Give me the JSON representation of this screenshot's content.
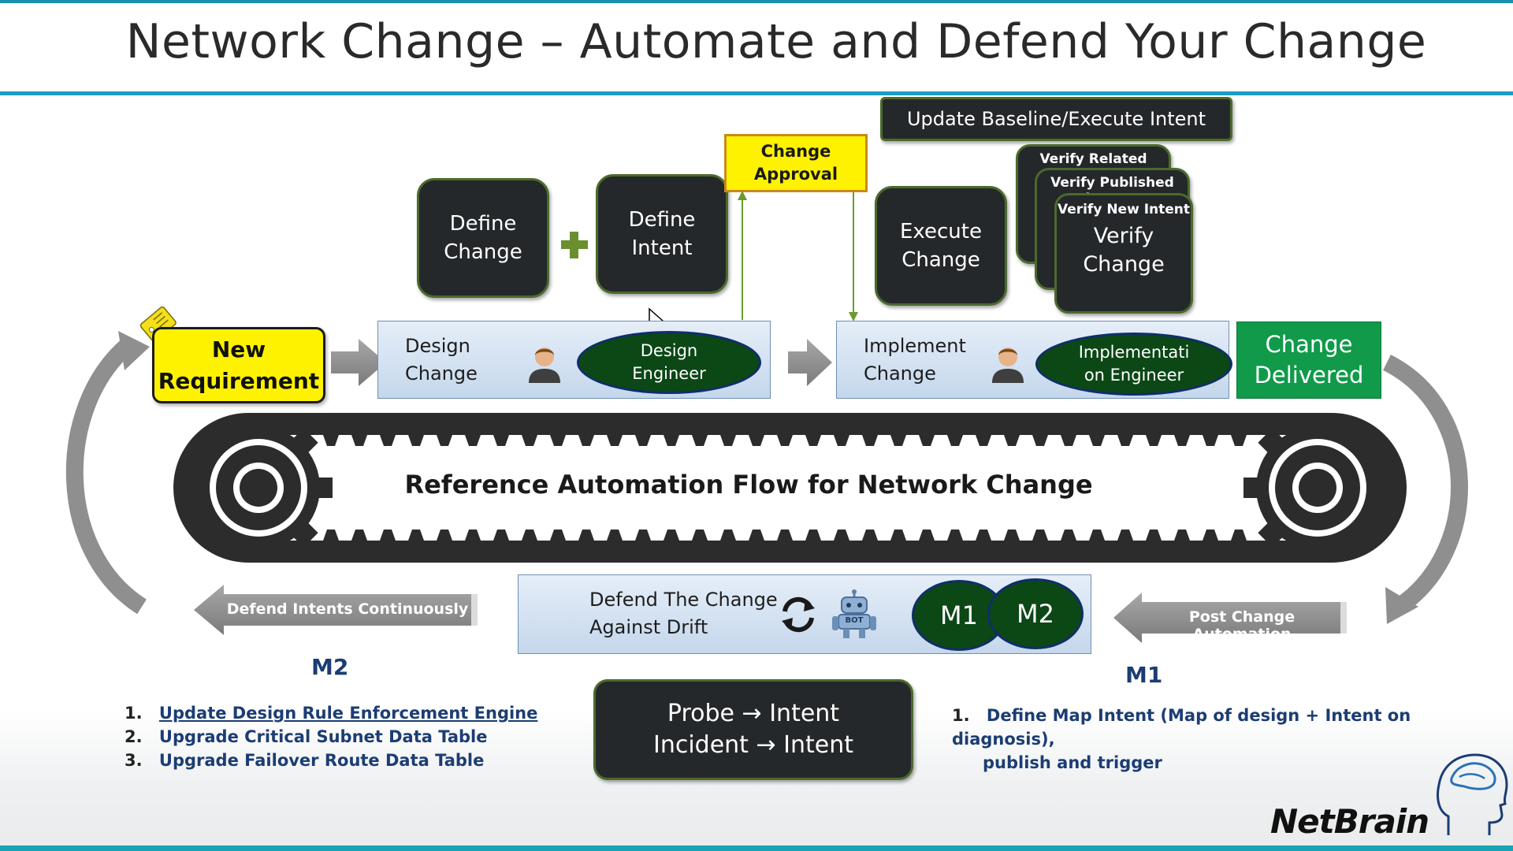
{
  "title": "Network Change – Automate and Defend Your Change",
  "top": {
    "update_baseline": "Update Baseline/Execute Intent",
    "define_change": [
      "Define",
      "Change"
    ],
    "define_intent": [
      "Define",
      "Intent"
    ],
    "change_approval": [
      "Change",
      "Approval"
    ],
    "execute_change": [
      "Execute",
      "Change"
    ],
    "verify_related_paths": "Verify Related Paths",
    "verify_published_intents": "Verify Published Intents",
    "verify_new_intent": "Verify New Intent",
    "verify_change": [
      "Verify",
      "Change"
    ]
  },
  "flow": {
    "new_requirement": [
      "New",
      "Requirement"
    ],
    "design_change": [
      "Design",
      "Change"
    ],
    "design_engineer": [
      "Design",
      "Engineer"
    ],
    "implement_change": [
      "Implement",
      "Change"
    ],
    "implementation_engineer": [
      "Implementati",
      "on Engineer"
    ],
    "change_delivered": [
      "Change",
      "Delivered"
    ]
  },
  "belt_label": "Reference Automation Flow for Network Change",
  "bottom": {
    "defend_intents": "Defend Intents Continuously",
    "post_change": "Post Change Automation",
    "defend_change": [
      "Defend The Change",
      "Against Drift"
    ],
    "bot_label": "BOT",
    "m1": "M1",
    "m2": "M2",
    "probe_line1": "Probe → Intent",
    "probe_line2": "Incident → Intent"
  },
  "m2_section": {
    "heading": "M2",
    "items": [
      {
        "num": "1.",
        "text": "Update Design Rule Enforcement Engine"
      },
      {
        "num": "2.",
        "text": "Upgrade Critical Subnet Data Table"
      },
      {
        "num": "3.",
        "text": "Upgrade Failover Route Data Table"
      }
    ]
  },
  "m1_section": {
    "heading": "M1",
    "items": [
      {
        "num": "1.",
        "text_line1": "Define Map Intent (Map of design + Intent on diagnosis),",
        "text_line2": "publish and trigger"
      }
    ]
  },
  "logo": {
    "text": "NetBrain"
  },
  "colors": {
    "dark_box": "#25282b",
    "dark_box_border": "#4c6a2c",
    "approval_yellow": "#fff200",
    "delivered_green": "#109a4a",
    "ellipse_green": "#0c4716",
    "list_blue": "#1c3d73",
    "accent_line": "#1e9cc7"
  }
}
